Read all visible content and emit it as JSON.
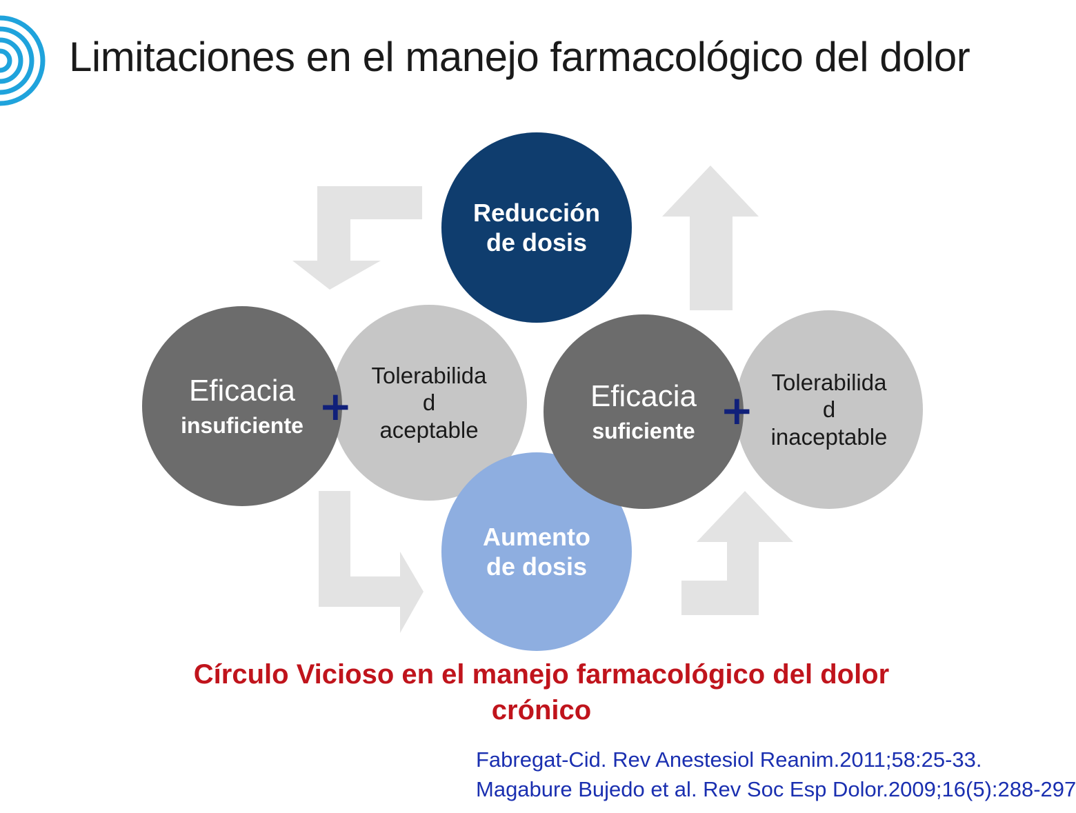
{
  "slide": {
    "title": "Limitaciones en el manejo farmacológico del dolor"
  },
  "diagram": {
    "reduccion": {
      "line1": "Reducción",
      "line2": "de dosis"
    },
    "aumento": {
      "line1": "Aumento",
      "line2": "de dosis"
    },
    "left_pair": {
      "eficacia_main": "Eficacia",
      "eficacia_sub": "insuficiente",
      "tolerabilidad_line1": "Tolerabilida",
      "tolerabilidad_line2": "d",
      "tolerabilidad_line3": "aceptable"
    },
    "right_pair": {
      "eficacia_main": "Eficacia",
      "eficacia_sub": "suficiente",
      "tolerabilidad_line1": "Tolerabilida",
      "tolerabilidad_line2": "d",
      "tolerabilidad_line3": "inaceptable"
    },
    "plus_symbol": "+",
    "caption_line1": "Círculo Vicioso en el manejo farmacológico del dolor",
    "caption_line2": "crónico"
  },
  "references": [
    "Fabregat-Cid. Rev Anestesiol Reanim.2011;58:25-33.",
    "Magabure Bujedo et al. Rev Soc Esp Dolor.2009;16(5):288-297"
  ],
  "colors": {
    "logo": "#1fa3dc",
    "reduccion": "#0f3d6e",
    "aumento": "#8eaee0",
    "eficacia": "#6c6c6c",
    "tolerabilidad": "#c6c6c6",
    "arrow": "#e3e3e3",
    "plus": "#10207a",
    "caption": "#c0141c",
    "references": "#1a2fb0"
  }
}
